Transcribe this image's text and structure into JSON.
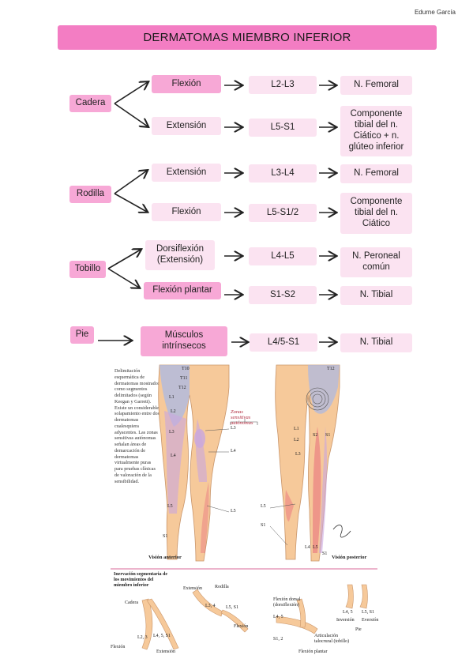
{
  "author": "Edurne García",
  "title": "DERMATOMAS MIEMBRO INFERIOR",
  "sections": {
    "cadera": {
      "label": "Cadera",
      "rows": [
        {
          "movement": "Flexión",
          "roots": "L2-L3",
          "nerve": "N. Femoral"
        },
        {
          "movement": "Extensión",
          "roots": "L5-S1",
          "nerve": "Componente tibial del n. Ciático + n. glúteo inferior"
        }
      ]
    },
    "rodilla": {
      "label": "Rodilla",
      "rows": [
        {
          "movement": "Extensión",
          "roots": "L3-L4",
          "nerve": "N. Femoral"
        },
        {
          "movement": "Flexión",
          "roots": "L5-S1/2",
          "nerve": "Componente tibial del n. Ciático"
        }
      ]
    },
    "tobillo": {
      "label": "Tobillo",
      "rows": [
        {
          "movement": "Dorsiflexión (Extensión)",
          "roots": "L4-L5",
          "nerve": "N. Peroneal común"
        },
        {
          "movement": "Flexión plantar",
          "roots": "S1-S2",
          "nerve": "N. Tibial"
        }
      ]
    },
    "pie": {
      "label": "Pie",
      "rows": [
        {
          "movement": "Músculos intrínsecos",
          "roots": "L4/5-S1",
          "nerve": "N. Tibial"
        }
      ]
    }
  },
  "figure": {
    "caption": "Delimitación esquemática de dermatomas mostrados como segmentos delimitados (según Keegan y Garrett). Existe un considerable solapamiento entre dos dermatomas cualesquiera adyacentes. Las zonas sensitivas autónomas señalan áreas de demarcación de dermatomas virtualmente puras para pruebas clínicas de valoración de la sensibilidad.",
    "zones_label": "Zonas sensitivas autónomas",
    "anterior_label": "Visión anterior",
    "posterior_label": "Visión posterior",
    "anterior_segments": [
      "T10",
      "T11",
      "T12",
      "L1",
      "L2",
      "L3",
      "L4",
      "L5",
      "S1"
    ],
    "posterior_segments": [
      "T12",
      "L1",
      "L2",
      "L3",
      "S2",
      "S1",
      "L4",
      "L5",
      "S1"
    ],
    "zone_tags": [
      "L3",
      "L4",
      "L5",
      "L5",
      "S1"
    ],
    "movements_title": "Inervación segmentaria de los movimientos del miembro inferior",
    "movement_labels": [
      "Cadera",
      "Flexión",
      "Extensión",
      "Extensión",
      "Rodilla",
      "Flexión",
      "Flexión dorsal (dorsiflexión)",
      "Articulación talocrural (tobillo)",
      "Flexión plantar",
      "Inversión",
      "Eversión",
      "Pie"
    ],
    "movement_tags": [
      "L2, 3",
      "L4, 5, S1",
      "L3, 4",
      "L5, S1",
      "L4, 5",
      "S1, 2",
      "L4, 5",
      "L5, S1"
    ],
    "colors": {
      "skin": "#f6c99a",
      "segment_blue": "#a9b8e6",
      "segment_purple": "#c9a7df",
      "segment_red": "#e86b7c"
    }
  }
}
